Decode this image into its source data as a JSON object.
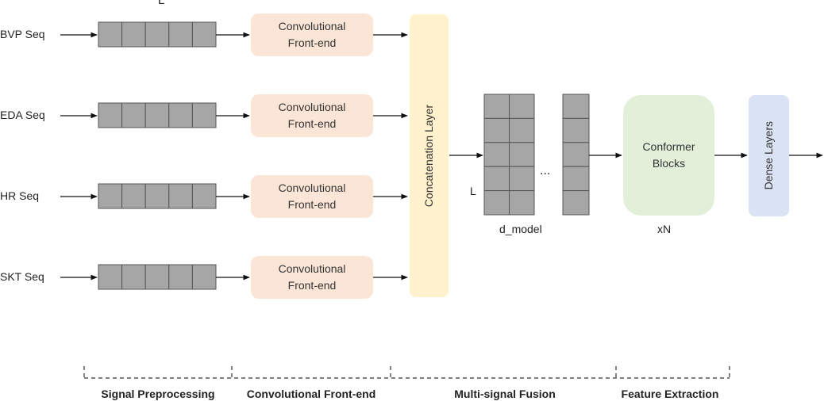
{
  "inputs": {
    "bvp": "BVP Seq",
    "eda": "EDA Seq",
    "hr": "HR Seq",
    "skt": "SKT Seq"
  },
  "seq_length_label": "L",
  "conv_frontend": {
    "line1": "Convolutional",
    "line2": "Front-end"
  },
  "concat_label": "Concatenation Layer",
  "fusion": {
    "length_label": "L",
    "ellipsis": "...",
    "dim_label": "d_model"
  },
  "conformer": {
    "line1": "Conformer",
    "line2": "Blocks",
    "repeat": "xN"
  },
  "dense_label": "Dense Layers",
  "stages": {
    "preprocessing": "Signal Preprocessing",
    "conv": "Convolutional Front-end",
    "fusion": "Multi-signal Fusion",
    "feature": "Feature Extraction"
  },
  "colors": {
    "cell_fill": "#a6a6a6",
    "cell_stroke": "#555555",
    "conv_fill": "#fbe5d6",
    "concat_fill": "#fff2cc",
    "conformer_fill": "#e2f0d9",
    "dense_fill": "#dae3f3"
  }
}
